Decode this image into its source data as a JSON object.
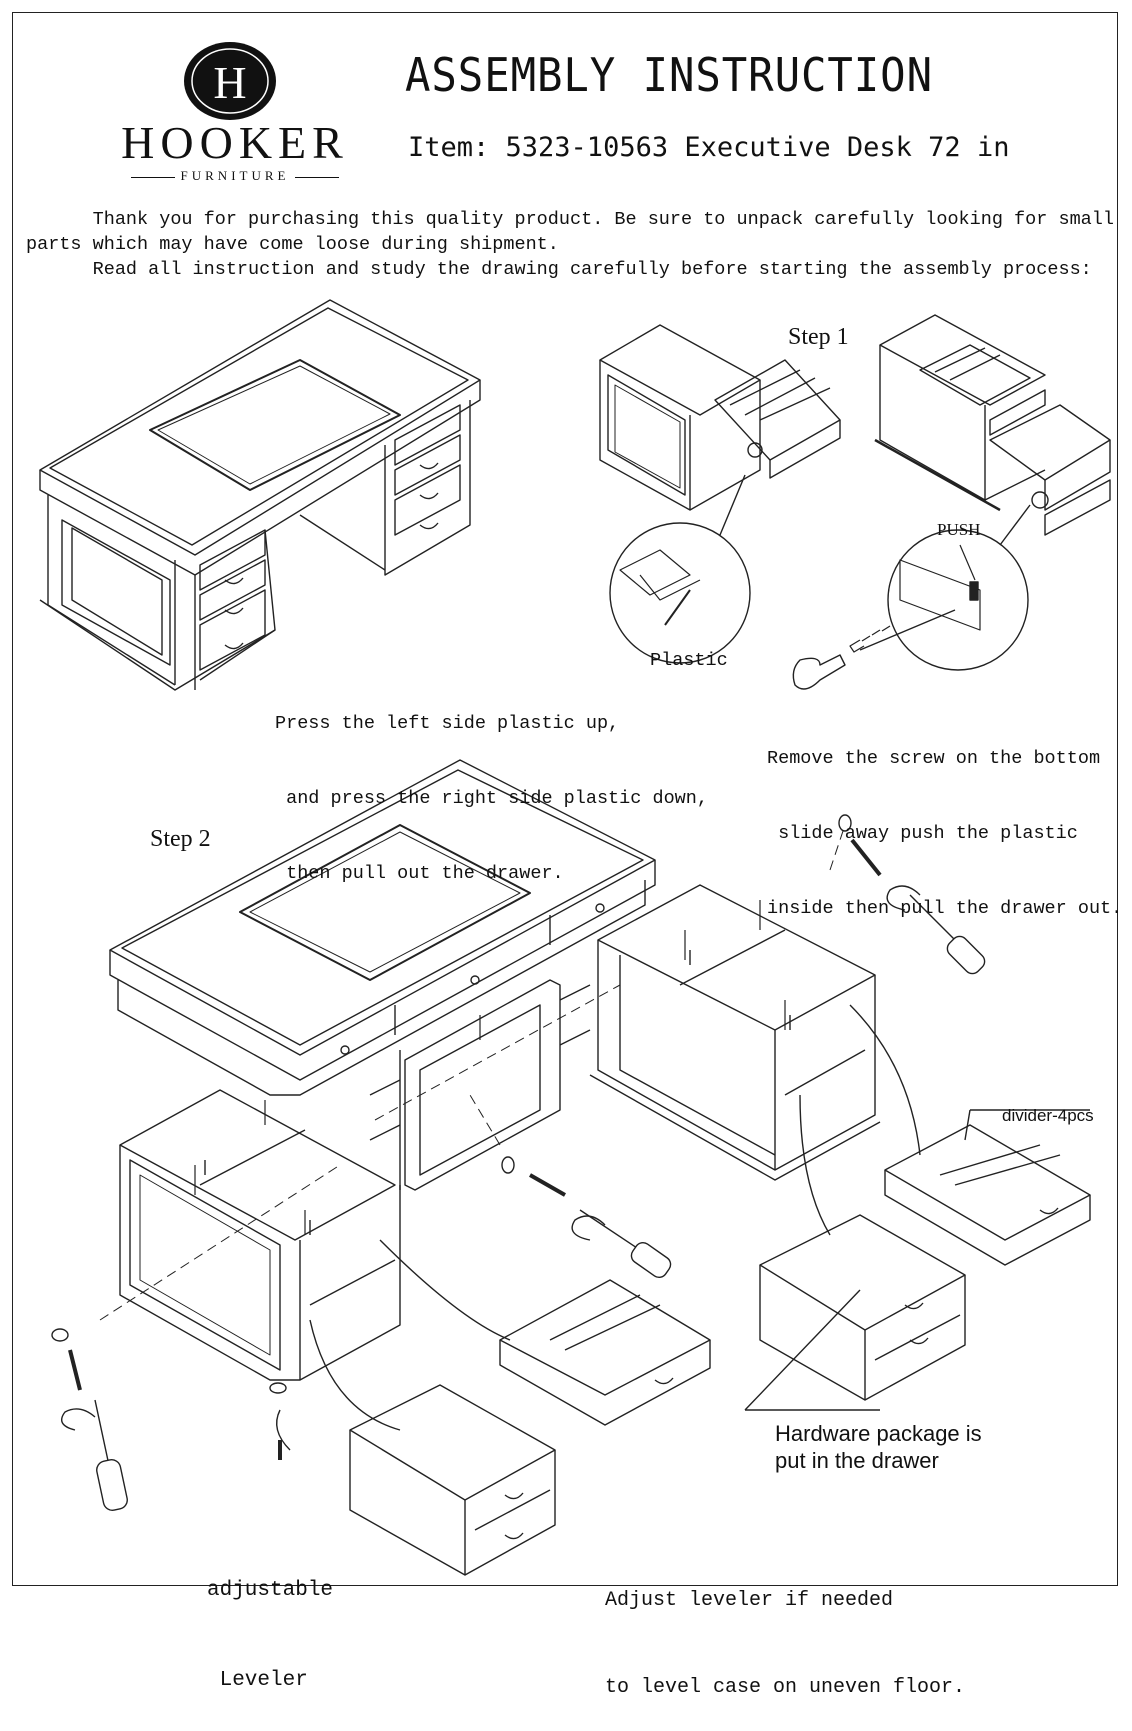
{
  "brand": {
    "name": "HOOKER",
    "sub": "FURNITURE",
    "monogram": "H"
  },
  "title": "ASSEMBLY INSTRUCTION",
  "item": "Item: 5323-10563 Executive Desk 72 in",
  "intro": {
    "line1": "      Thank you for purchasing this quality product. Be sure to unpack carefully looking for small",
    "line2": "parts which may have come loose during shipment.",
    "line3": "      Read all instruction and study the drawing carefully before starting the assembly process:"
  },
  "step1": {
    "label": "Step 1",
    "plastic_label": "Plastic",
    "push_label": "PUSH",
    "left_caption": [
      "Press the left side plastic up,",
      " and press the right side plastic down,",
      " then pull out the drawer."
    ],
    "right_caption": [
      "Remove the screw on the bottom",
      " slide away push the plastic",
      "inside then pull the drawer out."
    ]
  },
  "step2": {
    "label": "Step 2",
    "divider_label": "divider-4pcs",
    "hardware_note": [
      "Hardware package is",
      "put in the drawer"
    ],
    "leveler_label": [
      "adjustable",
      " Leveler"
    ],
    "leveler_note": [
      "Adjust leveler if needed",
      "to level case on uneven floor."
    ]
  },
  "icons": [
    "logo-monogram-icon",
    "screwdriver-icon",
    "screw-icon",
    "washer-icon",
    "rotate-arrow-icon",
    "hand-icon"
  ]
}
